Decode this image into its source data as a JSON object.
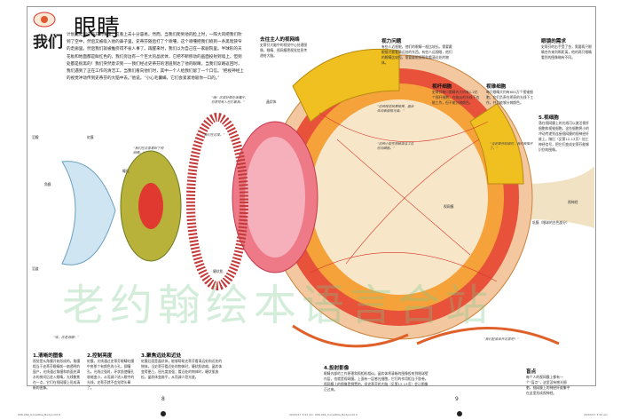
{
  "spread": {
    "title": "眼睛",
    "lead_word": "我们",
    "intro": "计划先爬到史蒂芬的嘴里，这看上去十分容易。然而，当我们爬到他的脸上时，一阵大风把我们吹到了空中，然后又被吸入他的鼻子里。史蒂芬随后打了个喷嚏，这个喷嚏把我们喷到一条黑暗狭窄的走廊里。然后我们就被推挤得不省人事了。再醒来时，我们以为自己在一家剧院里。半球形的天花板和地面都是鲜红色的，我们旁边有一个巨大的晶状体，它把不断移动的画面投射到墙上。但到处都是很黑的！我们突然意识到——我们经过史蒂芬的泪道到达了他的眼睛。当我们穿路返回时，我们遇到了正在工作的清洁工。当我们看向他们时，其中一个人给我们留了一个口信。“把视神经上的视觉冲动传到史蒂芬的大脑中去。”他说。“小心毛囊螨，它们会紧紧地吸你一口的。”",
    "sections": [
      {
        "heading": "1.清晰的图像",
        "text": "视觉是从角膜开始形成的。角膜相当于史蒂芬眼睛前一扇透明的窗户，光线通过角膜和前面充满水的房间后进入眼睛，光线聚焦在一点，它们在视网膜上形成清晰的图像。"
      },
      {
        "heading": "2.控制亮度",
        "text": "虹膜，光线通过史蒂芬眼睛虹膜中央那个有颜色的小孔，即瞳孔。光线过强时，环状肌使瞳孔收缩变小，从而减少进入眼中的光线，史蒂芬就不会觉得头晕了。"
      },
      {
        "heading": "3.聚焦远处和近处",
        "text": "虹膜后面是晶状体，能够帮助史蒂芬看清远处和近处的物体。当史蒂芬看近处的物体时，睫状肌收缩，晶状体变得更凸，屈光度加强；看远处的物体时，睫状肌放松，晶状体变扁平，从而减少屈光度。"
      },
      {
        "heading": "4.投射影像",
        "text": "眼睛内部的工作原理和照相机相似。晶状体将清晰的图像投射到眼球壁内层，也就是视网膜。上面有一层感光细胞，它们的作用相当于胶卷。视网膜上的图像是倒置的，但史蒂芬的大脑（见第12-13页）会让图像正过来。"
      },
      {
        "heading": "5.视细胞",
        "text": "落在视网膜上的光线可以激活视杆细胞和视锥细胞。这些细胞将小的冲动传递到连接视网膜的视神经纤维上，随后（见第12-13页）加工神经信号，把它们变成史蒂芬能够识别的图像。"
      }
    ],
    "side_notes": [
      {
        "heading": "去往主人的视网络",
        "text": "史蒂芬大脑中的视觉中心处理图像，眼睛、视网膜把视觉信息传递给大脑。"
      },
      {
        "heading": "视力问题",
        "text": "有些人近视眼，他们的眼睛一般比较长。需要戴眼镜才能看清远处的东西。有些人远视眼，他们的眼睛比较短，需要戴眼镜帮助看清近处的物体。"
      },
      {
        "heading": "视杆细胞",
        "text": "史蒂芬每只眼睛内大约有1.2亿个视杆细胞，在暗淡的光线下也能工作，但不能分辨颜色。"
      },
      {
        "heading": "视锥细胞",
        "text": "每只眼睛大约有600万个视锥细胞，它们负责在明亮的光线下工作，并且能够分辨颜色。"
      },
      {
        "heading": "眼镜的需求",
        "text": "史蒂芬的右手受了伤，需要两只眼睛合作来判断距离，他的两只眼睛看到的图像略有不同。"
      },
      {
        "heading": "盲点",
        "text": "每个人的视网膜上都有一个“盲点”，这里没有感光细胞，视网膜上的神经纤维集中在这里形成视神经。"
      }
    ],
    "callouts": [
      "“嗨！这里好像在演播厅，总感觉有人在盯着我。”",
      "“这种视觉效果很棒，晶状体的表面很光滑。”",
      "“我们在这里。”",
      "“这种小型生物被清洁工拉住的细胞。”",
      "“当史蒂芬眨眼时，我们被推开了。”",
      "“我们在这里看到了视网膜。”",
      "“哇，这是泪腺！”",
      "“我们赶紧离开这里吧！”"
    ],
    "labels": [
      "泪腺",
      "角膜",
      "虹膜",
      "瞳孔",
      "晶状体",
      "睫状肌",
      "视网膜",
      "视神经",
      "巩膜（眼球的白色部分）",
      "泪道"
    ],
    "page_numbers": [
      "8",
      "9"
    ],
    "footer": {
      "left_file": "006-009_Incredible_Body.indd 8",
      "right_file": "006-009_Incredible_Body.indd 9",
      "left_date": "20/03/17 3:52 am",
      "right_date": "20/03/17 3:52 am"
    },
    "watermark": "老约翰绘本语言合站"
  },
  "colors": {
    "frame": "#9a9a9a",
    "accent_red": "#d8332a",
    "accent_yellow": "#f0c020",
    "watermark": "#78c88c"
  }
}
